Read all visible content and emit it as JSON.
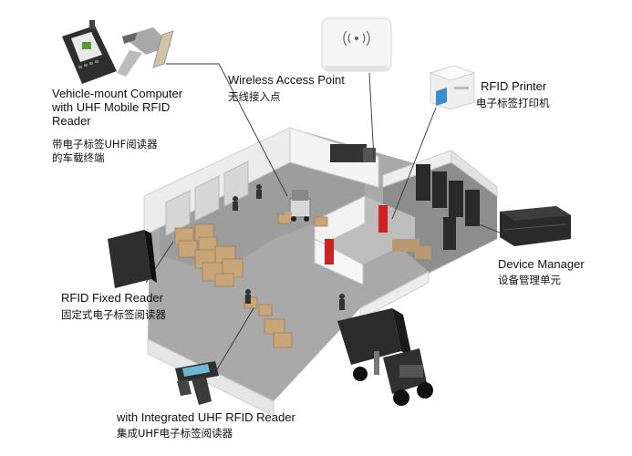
{
  "labels": {
    "vehicle_en": "Vehicle-mount Computer\nwith UHF Mobile RFID\nReader",
    "vehicle_zh": "带电子标签UHF阅读器\n的车载终端",
    "wap_en": "Wireless Access Point",
    "wap_zh": "无线接入点",
    "printer_en": "RFID Printer",
    "printer_zh": "电子标签打印机",
    "fixed_en": "RFID Fixed Reader",
    "fixed_zh": "固定式电子标签阅读器",
    "device_en": "Device Manager",
    "device_zh": "设备管理单元",
    "handheld_en": "with Integrated UHF RFID Reader",
    "handheld_zh": "集成UHF电子标签阅读器"
  },
  "colors": {
    "leader_line": "#333333",
    "wall_outer": "#e8e8e8",
    "floor": "#9a9a9a",
    "box": "#c9a57a",
    "door": "#cc2222",
    "truck": "#222222"
  },
  "icons": [
    "vehicle-computer-icon",
    "handheld-scanner-icon",
    "access-point-icon",
    "printer-icon",
    "fixed-reader-icon",
    "device-manager-icon",
    "handheld-reader-icon",
    "warehouse-illustration",
    "truck-icon",
    "forklift-icon"
  ]
}
